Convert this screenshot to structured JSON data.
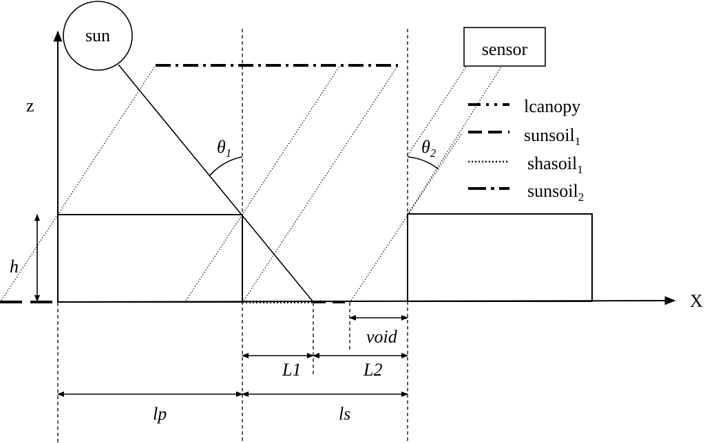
{
  "axes": {
    "x_label": "X",
    "z_label": "z"
  },
  "sun": {
    "label": "sun"
  },
  "sensor": {
    "label": "sensor"
  },
  "angles": {
    "theta1": {
      "symbol": "θ",
      "sub": "1"
    },
    "theta2": {
      "symbol": "θ",
      "sub": "2"
    }
  },
  "legend": [
    {
      "name": "lcanopy",
      "sub": ""
    },
    {
      "name": "sunsoil",
      "sub": "1"
    },
    {
      "name": "shasoil",
      "sub": "1"
    },
    {
      "name": "sunsoil",
      "sub": "2"
    }
  ],
  "dimensions": {
    "h": "h",
    "void": "void",
    "L1": "L1",
    "L2": "L2",
    "lp": "lp",
    "ls": "ls"
  }
}
